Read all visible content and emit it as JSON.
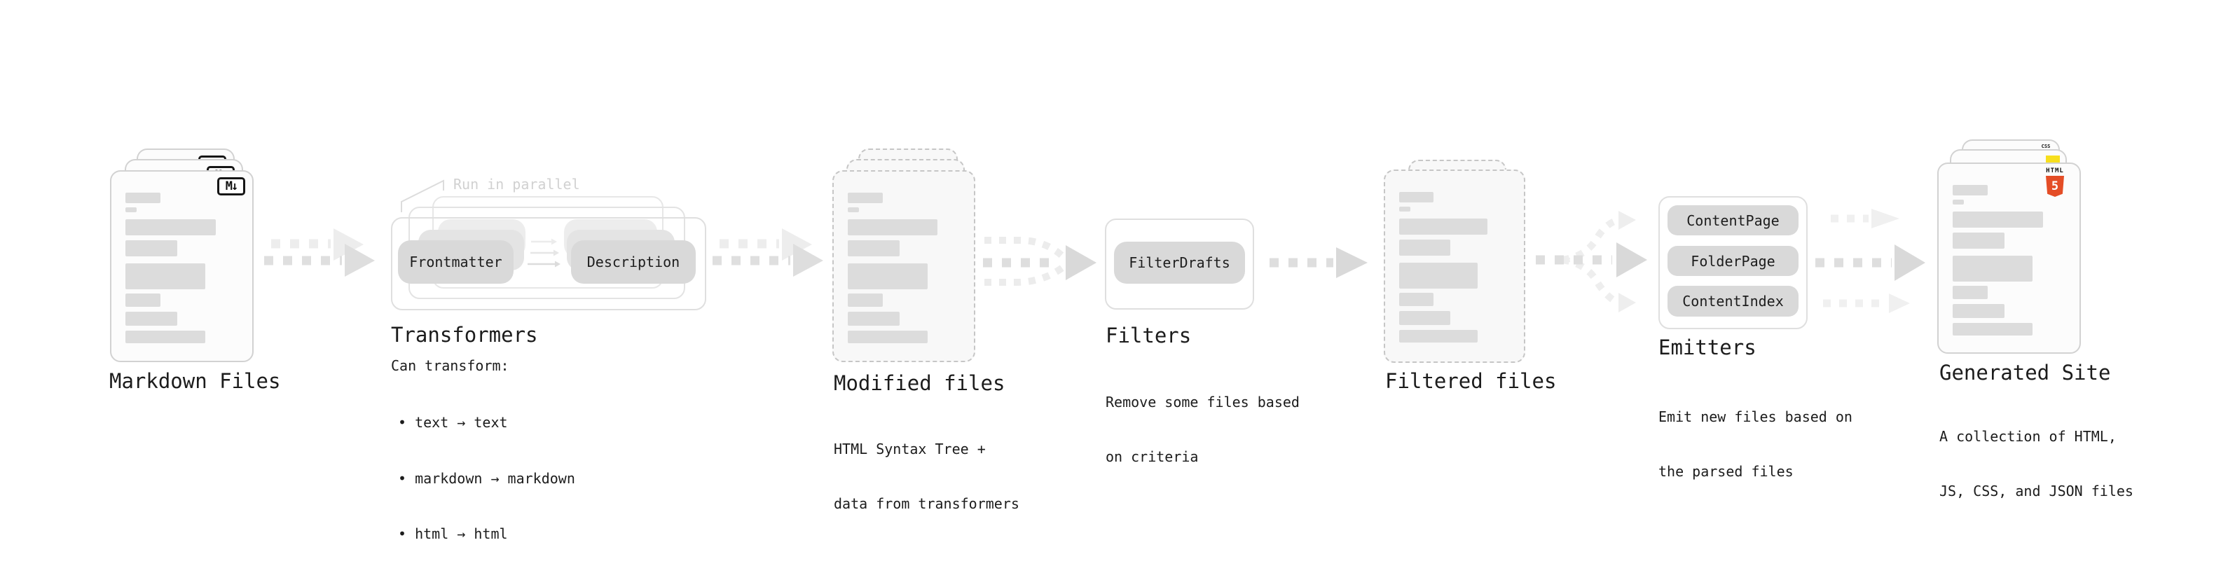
{
  "stages": {
    "markdown": {
      "label": "Markdown Files",
      "badge": "M↓"
    },
    "transformers": {
      "title": "Transformers",
      "annotation": "Run in parallel",
      "pill_left": "Frontmatter",
      "pill_right": "Description",
      "intro": "Can transform:",
      "bullets": [
        "• text → text",
        "• markdown → markdown",
        "• html → html"
      ]
    },
    "modified": {
      "label": "Modified files",
      "desc": [
        "HTML Syntax Tree +",
        "data from transformers"
      ]
    },
    "filters": {
      "title": "Filters",
      "pill": "FilterDrafts",
      "desc": [
        "Remove some files based",
        "on criteria"
      ]
    },
    "filtered": {
      "label": "Filtered files"
    },
    "emitters": {
      "title": "Emitters",
      "pills": [
        "ContentPage",
        "FolderPage",
        "ContentIndex"
      ],
      "desc": [
        "Emit new files based on",
        "the parsed files"
      ]
    },
    "generated": {
      "label": "Generated Site",
      "desc": [
        "A collection of HTML,",
        "JS, CSS, and JSON files"
      ],
      "badges": {
        "css": "CSS",
        "html_word": "HTML",
        "html_number": "5"
      }
    }
  },
  "colors": {
    "html5_orange": "#e44d26",
    "js_yellow": "#f7df1e",
    "css_blue": "#2965f1"
  }
}
